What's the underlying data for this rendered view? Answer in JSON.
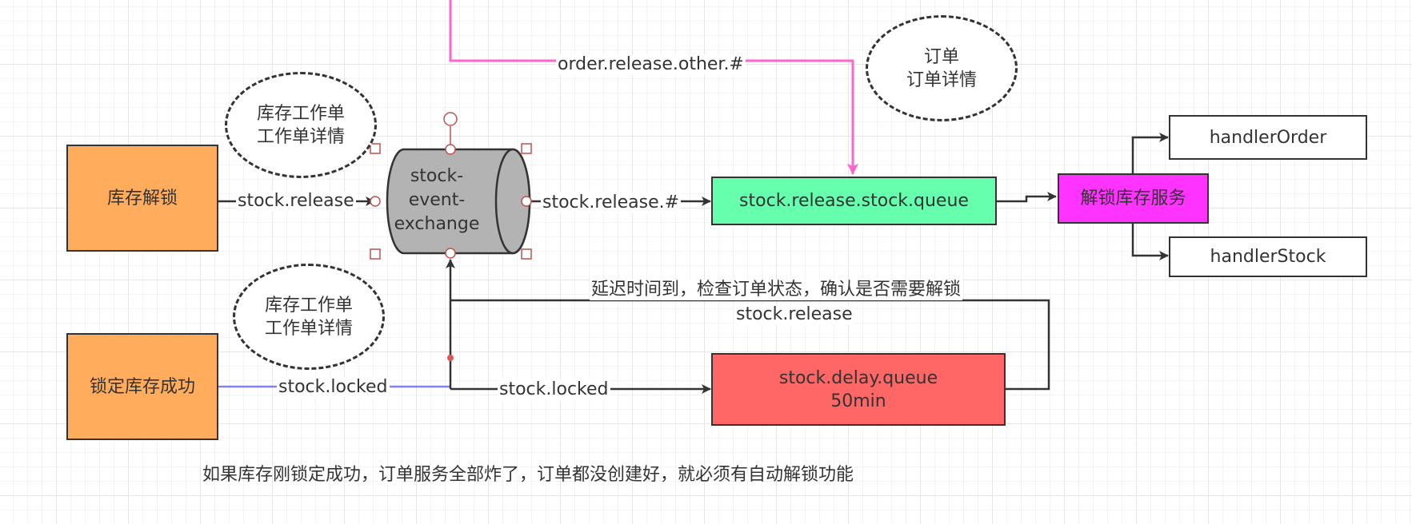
{
  "nodes": {
    "stock_unlock": "库存解锁",
    "lock_success": "锁定库存成功",
    "exchange": [
      "stock-",
      "event-",
      "exchange"
    ],
    "release_queue": "stock.release.stock.queue",
    "delay_queue": [
      "stock.delay.queue",
      "50min"
    ],
    "unlock_service": "解锁库存服务",
    "handler_order": "handlerOrder",
    "handler_stock": "handlerStock"
  },
  "ellipses": {
    "stock_work_top": [
      "库存工作单",
      "工作单详情"
    ],
    "stock_work_bottom": [
      "库存工作单",
      "工作单详情"
    ],
    "order": [
      "订单",
      "订单详情"
    ]
  },
  "edge_labels": {
    "stock_release": "stock.release",
    "release_route": "stock.release.#",
    "order_release_other": "order.release.other.#",
    "stock_locked_left": "stock.locked",
    "stock_locked_right": "stock.locked",
    "delay_line1": "延迟时间到，检查订单状态，确认是否需要解锁",
    "delay_line2": "stock.release"
  },
  "footnote": "如果库存刚锁定成功，订单服务全部炸了，订单都没创建好，就必须有自动解锁功能",
  "colors": {
    "orange": "#ffad5c",
    "green": "#66ffad",
    "magenta": "#ff33ff",
    "red": "#ff6666",
    "pink_line": "#ff66cc",
    "blue_line": "#8080ff",
    "cylinder": "#b3b3b3"
  }
}
